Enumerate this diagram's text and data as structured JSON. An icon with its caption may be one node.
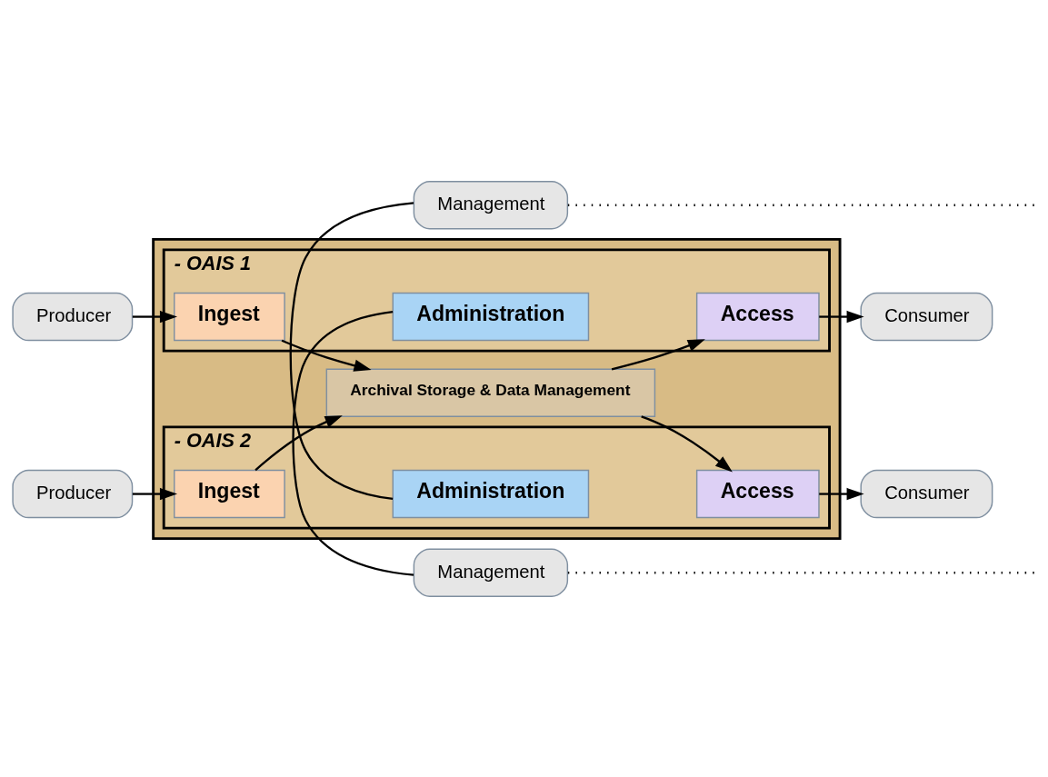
{
  "diagram": {
    "nodes": [
      {
        "text": [
          "Management"
        ]
      },
      {
        "text": [],
        "shape": "box"
      },
      {
        "text": [
          "- OAIS 1"
        ],
        "in": 1
      },
      {
        "text": [
          "Administration"
        ],
        "in": 2
      },
      {
        "text": [
          "Producer"
        ]
      },
      {
        "text": [
          "Ingest"
        ],
        "in": 2
      },
      {
        "text": [
          "Archival Storage & Data Management"
        ],
        "in": 1
      },
      {
        "text": [
          "Access"
        ],
        "in": 2
      },
      {
        "text": [
          "Consumer"
        ]
      },
      {
        "text": [
          "- OAIS 2"
        ],
        "in": 1
      },
      {
        "text": [
          "Producer"
        ]
      },
      {
        "text": [
          "Ingest"
        ],
        "in": 9
      },
      {
        "text": [
          "Access"
        ],
        "in": 9
      },
      {
        "text": [
          "Consumer"
        ]
      },
      {
        "text": [
          "Administration"
        ],
        "in": 9
      },
      {
        "text": [
          "Management"
        ]
      }
    ],
    "edges": [
      {
        "from": 0,
        "to": null,
        "arrow": "none",
        "style": "dashed"
      },
      {
        "from": 0,
        "to": 3,
        "arrow": "none"
      },
      {
        "from": 4,
        "to": 5,
        "arrow": "to"
      },
      {
        "from": 5,
        "to": 6,
        "arrow": "to"
      },
      {
        "from": 6,
        "to": 7,
        "arrow": "to"
      },
      {
        "from": 7,
        "to": 8,
        "arrow": "to"
      },
      {
        "from": 10,
        "to": 11,
        "arrow": "to"
      },
      {
        "from": 11,
        "to": 6,
        "arrow": "to"
      },
      {
        "from": 6,
        "to": 12,
        "arrow": "to"
      },
      {
        "from": 12,
        "to": 13,
        "arrow": "to"
      },
      {
        "from": 14,
        "to": 15,
        "arrow": "none"
      },
      {
        "from": 15,
        "to": null,
        "arrow": "none",
        "style": "dashed"
      }
    ]
  }
}
